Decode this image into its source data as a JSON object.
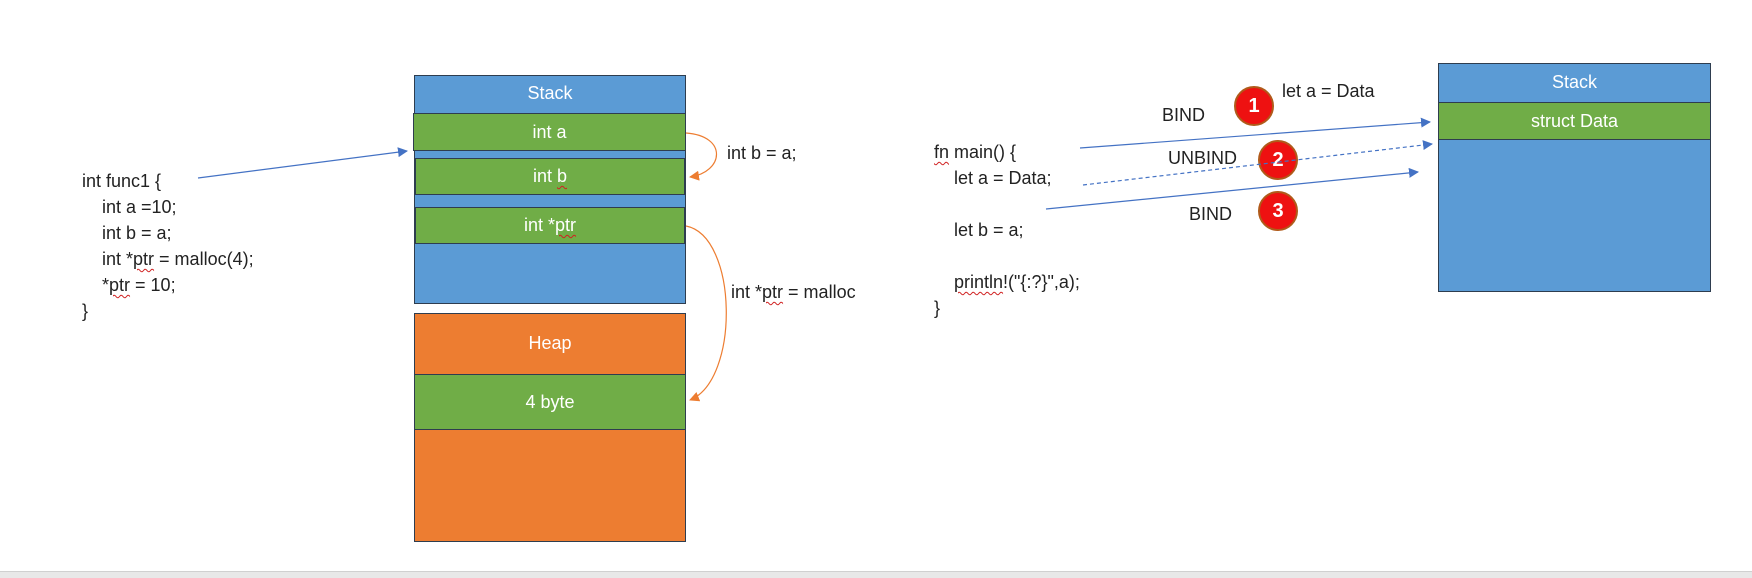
{
  "left": {
    "code": {
      "line1": "int func1 {",
      "line2": "    int a =10;",
      "line3": "    int b = a;",
      "line4_prefix": "    int *",
      "line4_word": "ptr",
      "line4_suffix": " = malloc(4);",
      "line5_prefix": "    *",
      "line5_word": "ptr",
      "line5_suffix": " = 10;",
      "line6": "}"
    },
    "stack": {
      "title": "Stack",
      "cell_a": "int a",
      "cell_b_prefix": "int ",
      "cell_b_word": "b",
      "cell_ptr_prefix": "int *",
      "cell_ptr_word": "ptr"
    },
    "heap": {
      "title": "Heap",
      "cell": "4 byte"
    },
    "annotations": {
      "copy": "int b = a;",
      "malloc_prefix": "int *",
      "malloc_word": "ptr",
      "malloc_suffix": " = malloc"
    }
  },
  "right": {
    "code": {
      "line1_word": "fn",
      "line1_suffix": " main() {",
      "line2": "    let a = Data;",
      "line3": "    let b = a;",
      "line4_prefix": "    ",
      "line4_word": "println",
      "line4_suffix": "!(\"{:?}\",a);",
      "line5": "}"
    },
    "stack": {
      "title": "Stack",
      "cell": "struct Data"
    },
    "labels": {
      "bind1": "BIND",
      "unbind": "UNBIND",
      "bind3": "BIND",
      "let_a": "let a = Data"
    },
    "badges": [
      "1",
      "2",
      "3"
    ]
  },
  "colors": {
    "stack_blue": "#5b9bd5",
    "cell_green": "#70ad47",
    "heap_orange": "#ed7d31",
    "badge_red": "#ee1111",
    "arrow_blue": "#4472c4"
  }
}
